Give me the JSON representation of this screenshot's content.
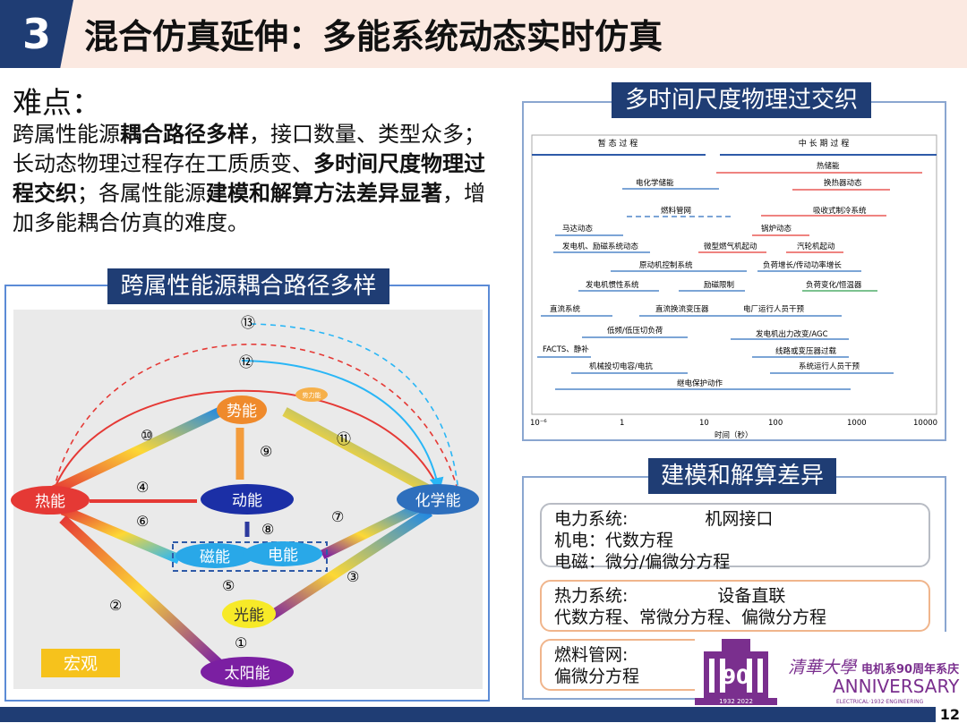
{
  "header": {
    "number": "3",
    "title": "混合仿真延伸：多能系统动态实时仿真"
  },
  "difficulty": {
    "heading": "难点：",
    "p1": "跨属性能源",
    "b1": "耦合路径多样",
    "p2": "，接口数量、类型众多；长动态物理过程存在工质质变、",
    "b2": "多时间尺度物理过程交织",
    "p3": "；各属性能源",
    "b3": "建模和解算方法差异显著",
    "p4": "，增加多能耦合仿真的难度。"
  },
  "left_panel": {
    "title": "跨属性能源耦合路径多样",
    "nodes": {
      "heat": "热能",
      "thermal": "势能",
      "kinetic": "动能",
      "chemical": "化学能",
      "magnetic": "磁能",
      "electric": "电能",
      "light": "光能",
      "solar": "太阳能",
      "small": "势力能"
    },
    "macro": "宏观",
    "circled": [
      "①",
      "②",
      "③",
      "④",
      "⑤",
      "⑥",
      "⑦",
      "⑧",
      "⑨",
      "⑩",
      "⑪",
      "⑫",
      "⑬"
    ]
  },
  "right_panel": {
    "title": "多时间尺度物理过交织",
    "bands": [
      "暂 态 过 程",
      "中 长 期 过 程"
    ],
    "rows": [
      "热储能",
      "电化学储能",
      "换热器动态",
      "燃料管网",
      "吸收式制冷系统",
      "马达动态",
      "锅炉动态",
      "发电机、励磁系统动态",
      "微型燃气机起动",
      "汽轮机起动",
      "原动机控制系统",
      "负荷增长/传动功率增长",
      "发电机惯性系统",
      "励磁限制",
      "负荷变化/恒温器",
      "直流系统",
      "直流换流变压器",
      "电厂运行人员干预",
      "低频/低压切负荷",
      "发电机出力改变/AGC",
      "FACTS、静补",
      "线路或变压器过载",
      "机械投切电容/电抗",
      "系统运行人员干预",
      "继电保护动作"
    ],
    "ticks": [
      "10⁻⁶",
      "1",
      "10",
      "100",
      "1000",
      "10000"
    ],
    "xlabel": "时间（秒）"
  },
  "bottom_panel": {
    "title": "建模和解算差异",
    "card1": {
      "l1a": "电力系统:",
      "l1b": "机网接口",
      "l2": "机电：代数方程",
      "l3": "电磁：微分/偏微分方程"
    },
    "card2": {
      "l1a": "热力系统:",
      "l1b": "设备直联",
      "l2": "代数方程、常微分方程、偏微分方程"
    },
    "card3": {
      "l1": "燃料管网:",
      "l2": "偏微分方程"
    }
  },
  "logo": {
    "school": "清華大學",
    "dept": "电机系90周年系庆",
    "anniv": "ANNIVERSARY",
    "sub": "ELECTRICAL·1932·ENGINEERING",
    "num": "90",
    "years": "1932 2022"
  },
  "page": "12"
}
